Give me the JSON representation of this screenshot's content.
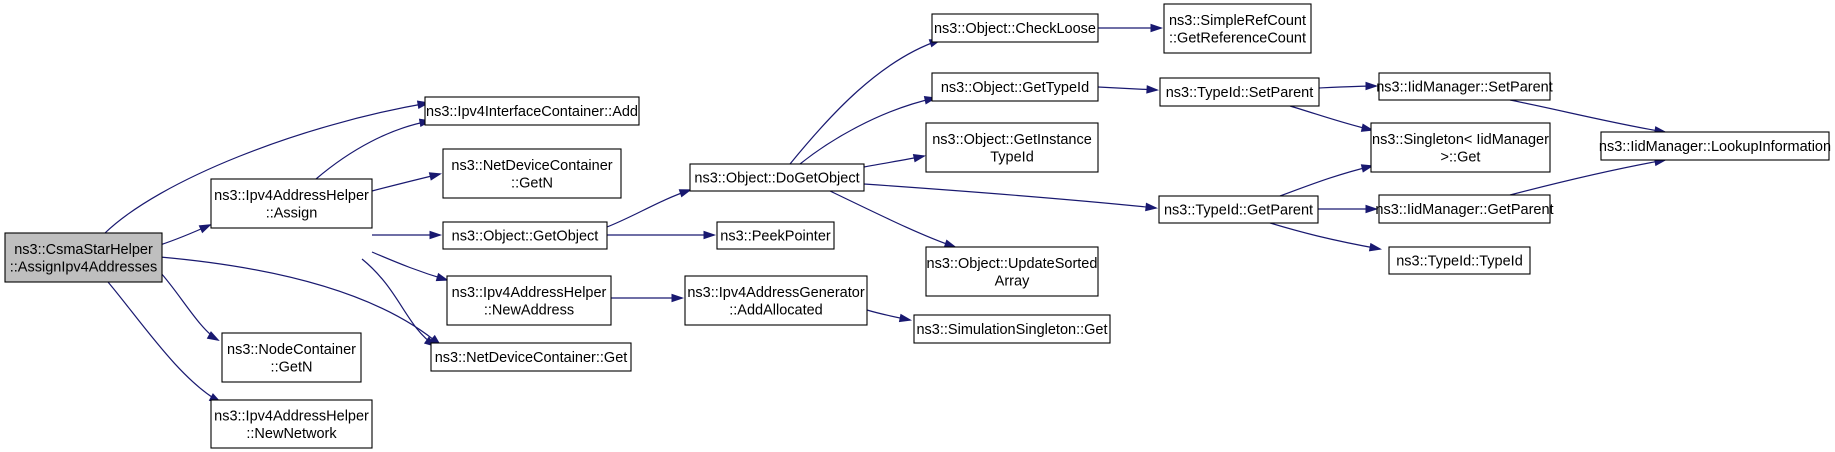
{
  "diagram": {
    "accent_color": "#191970",
    "root_fill": "#bfbfbf",
    "nodes": [
      {
        "id": "csma_assign",
        "lines": [
          "ns3::CsmaStarHelper",
          "::AssignIpv4Addresses"
        ],
        "root": true
      },
      {
        "id": "iic_add",
        "lines": [
          "ns3::Ipv4InterfaceContainer::Add"
        ]
      },
      {
        "id": "iah_assign",
        "lines": [
          "ns3::Ipv4AddressHelper",
          "::Assign"
        ]
      },
      {
        "id": "ndc_getn",
        "lines": [
          "ns3::NetDeviceContainer",
          "::GetN"
        ]
      },
      {
        "id": "obj_getobject",
        "lines": [
          "ns3::Object::GetObject"
        ]
      },
      {
        "id": "iah_newaddress",
        "lines": [
          "ns3::Ipv4AddressHelper",
          "::NewAddress"
        ]
      },
      {
        "id": "ndc_get",
        "lines": [
          "ns3::NetDeviceContainer::Get"
        ]
      },
      {
        "id": "nc_getn",
        "lines": [
          "ns3::NodeContainer",
          "::GetN"
        ]
      },
      {
        "id": "iah_newnetwork",
        "lines": [
          "ns3::Ipv4AddressHelper",
          "::NewNetwork"
        ]
      },
      {
        "id": "obj_dogetobject",
        "lines": [
          "ns3::Object::DoGetObject"
        ]
      },
      {
        "id": "peekpointer",
        "lines": [
          "ns3::PeekPointer"
        ]
      },
      {
        "id": "iag_addallocated",
        "lines": [
          "ns3::Ipv4AddressGenerator",
          "::AddAllocated"
        ]
      },
      {
        "id": "obj_checkloose",
        "lines": [
          "ns3::Object::CheckLoose"
        ]
      },
      {
        "id": "obj_gettypeid",
        "lines": [
          "ns3::Object::GetTypeId"
        ]
      },
      {
        "id": "obj_getinstancetypeid",
        "lines": [
          "ns3::Object::GetInstance",
          "TypeId"
        ]
      },
      {
        "id": "obj_updatesortedarray",
        "lines": [
          "ns3::Object::UpdateSorted",
          "Array"
        ]
      },
      {
        "id": "simsingleton_get",
        "lines": [
          "ns3::SimulationSingleton::Get"
        ]
      },
      {
        "id": "src_getrefcount",
        "lines": [
          "ns3::SimpleRefCount",
          "::GetReferenceCount"
        ]
      },
      {
        "id": "typeid_setparent",
        "lines": [
          "ns3::TypeId::SetParent"
        ]
      },
      {
        "id": "typeid_getparent",
        "lines": [
          "ns3::TypeId::GetParent"
        ]
      },
      {
        "id": "typeid_typeid",
        "lines": [
          "ns3::TypeId::TypeId"
        ]
      },
      {
        "id": "iidm_setparent",
        "lines": [
          "ns3::IidManager::SetParent"
        ]
      },
      {
        "id": "singleton_get",
        "lines": [
          "ns3::Singleton< IidManager",
          " >::Get"
        ]
      },
      {
        "id": "iidm_getparent",
        "lines": [
          "ns3::IidManager::GetParent"
        ]
      },
      {
        "id": "iidm_lookup",
        "lines": [
          "ns3::IidManager::LookupInformation"
        ]
      }
    ],
    "edges": [
      {
        "from": "csma_assign",
        "to": "iic_add"
      },
      {
        "from": "csma_assign",
        "to": "iah_assign"
      },
      {
        "from": "csma_assign",
        "to": "ndc_get"
      },
      {
        "from": "csma_assign",
        "to": "nc_getn"
      },
      {
        "from": "csma_assign",
        "to": "iah_newnetwork"
      },
      {
        "from": "iah_assign",
        "to": "iic_add"
      },
      {
        "from": "iah_assign",
        "to": "ndc_getn"
      },
      {
        "from": "iah_assign",
        "to": "obj_getobject"
      },
      {
        "from": "iah_assign",
        "to": "iah_newaddress"
      },
      {
        "from": "iah_assign",
        "to": "ndc_get"
      },
      {
        "from": "obj_getobject",
        "to": "obj_dogetobject"
      },
      {
        "from": "obj_getobject",
        "to": "peekpointer"
      },
      {
        "from": "iah_newaddress",
        "to": "iag_addallocated"
      },
      {
        "from": "iag_addallocated",
        "to": "simsingleton_get"
      },
      {
        "from": "obj_dogetobject",
        "to": "obj_checkloose"
      },
      {
        "from": "obj_dogetobject",
        "to": "obj_gettypeid"
      },
      {
        "from": "obj_dogetobject",
        "to": "obj_getinstancetypeid"
      },
      {
        "from": "obj_dogetobject",
        "to": "obj_updatesortedarray"
      },
      {
        "from": "obj_dogetobject",
        "to": "typeid_getparent"
      },
      {
        "from": "obj_checkloose",
        "to": "src_getrefcount"
      },
      {
        "from": "obj_gettypeid",
        "to": "typeid_setparent"
      },
      {
        "from": "typeid_setparent",
        "to": "iidm_setparent"
      },
      {
        "from": "typeid_setparent",
        "to": "singleton_get"
      },
      {
        "from": "typeid_getparent",
        "to": "singleton_get"
      },
      {
        "from": "typeid_getparent",
        "to": "iidm_getparent"
      },
      {
        "from": "typeid_getparent",
        "to": "typeid_typeid"
      },
      {
        "from": "iidm_setparent",
        "to": "iidm_lookup"
      },
      {
        "from": "iidm_getparent",
        "to": "iidm_lookup"
      }
    ]
  }
}
